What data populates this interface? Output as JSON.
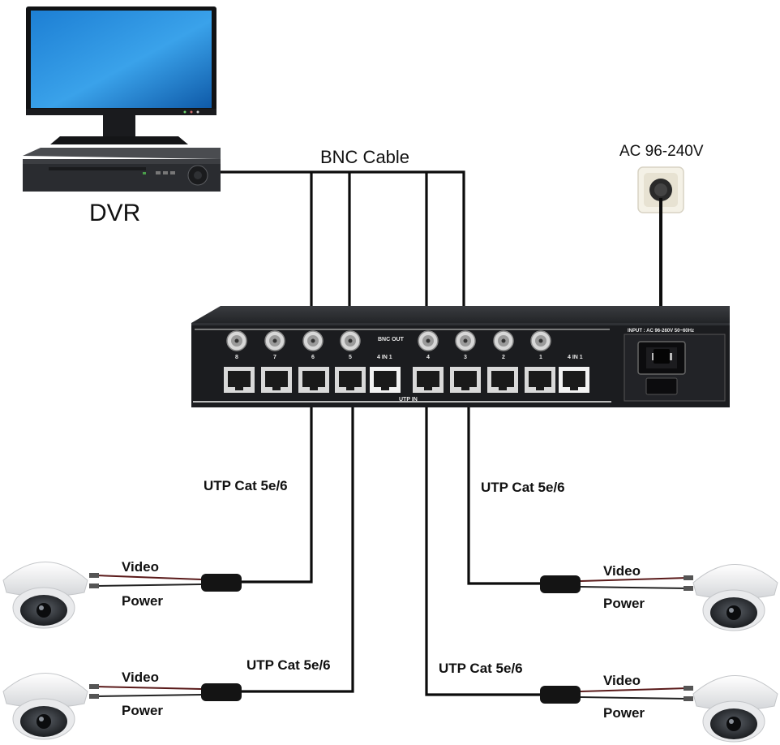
{
  "labels": {
    "dvr": "DVR",
    "bnc_cable": "BNC Cable",
    "ac_power": "AC 96-240V",
    "utp_top_left": "UTP Cat 5e/6",
    "utp_top_right": "UTP Cat 5e/6",
    "utp_bottom_left": "UTP Cat 5e/6",
    "utp_bottom_right": "UTP Cat 5e/6",
    "video": "Video",
    "power": "Power"
  },
  "panel": {
    "bnc_out": "BNC OUT",
    "utp_in": "UTP IN",
    "input_rating": "INPUT : AC 96-260V 50~60Hz",
    "group_label": "4 IN 1",
    "port_numbers": [
      "8",
      "7",
      "6",
      "5",
      "4",
      "3",
      "2",
      "1"
    ]
  }
}
